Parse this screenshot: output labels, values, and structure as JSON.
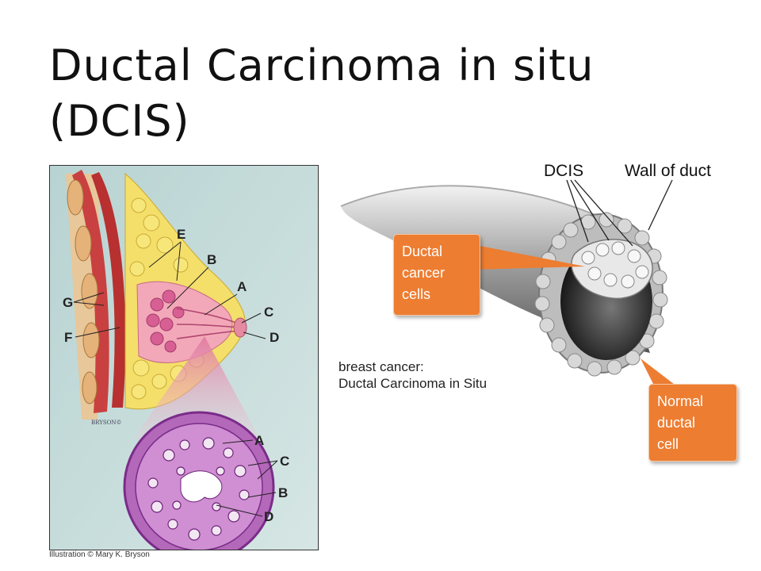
{
  "slide": {
    "title_line1": "Ductal Carcinoma in situ",
    "title_line2": "(DCIS)",
    "credit": "Illustration © Mary K. Bryson"
  },
  "anatomy": {
    "signature": "BRYSON©",
    "breast_letters": [
      "E",
      "B",
      "A",
      "G",
      "C",
      "F",
      "D"
    ],
    "duct_letters": [
      "A",
      "C",
      "B",
      "D"
    ]
  },
  "duct_figure": {
    "label_dcis": "DCIS",
    "label_wall": "Wall of duct",
    "caption_line1": "breast cancer:",
    "caption_line2": "Ductal Carcinoma in Situ"
  },
  "callouts": {
    "cancer": [
      "Ductal",
      "cancer",
      "cells"
    ],
    "normal": [
      "Normal",
      "ductal",
      "cell"
    ]
  },
  "colors": {
    "accent": "#ed7d31",
    "panel_bg": "#c8dede"
  }
}
